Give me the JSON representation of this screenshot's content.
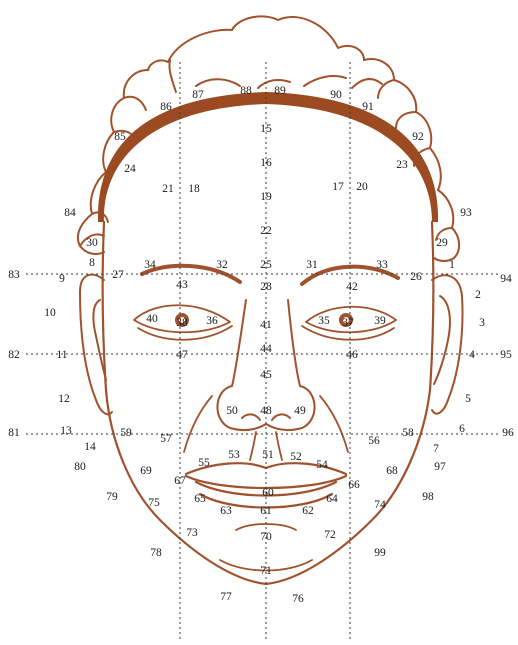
{
  "colors": {
    "line": "#a0522d",
    "band": "#9c4a22",
    "guide": "#3a3a3a",
    "text": "#1a1a1a"
  },
  "points": [
    "1",
    "2",
    "3",
    "4",
    "5",
    "6",
    "7",
    "8",
    "9",
    "10",
    "11",
    "12",
    "13",
    "14",
    "15",
    "16",
    "17",
    "18",
    "19",
    "20",
    "21",
    "22",
    "23",
    "24",
    "25",
    "26",
    "27",
    "28",
    "29",
    "30",
    "31",
    "32",
    "33",
    "34",
    "35",
    "36",
    "37",
    "38",
    "39",
    "40",
    "41",
    "42",
    "43",
    "44",
    "45",
    "46",
    "47",
    "48",
    "49",
    "50",
    "51",
    "52",
    "53",
    "54",
    "55",
    "56",
    "57",
    "58",
    "59",
    "60",
    "61",
    "62",
    "63",
    "64",
    "65",
    "66",
    "67",
    "68",
    "69",
    "70",
    "71",
    "72",
    "73",
    "74",
    "75",
    "76",
    "77",
    "78",
    "79",
    "80",
    "81",
    "82",
    "83",
    "84",
    "85",
    "86",
    "87",
    "88",
    "89",
    "90",
    "91",
    "92",
    "93",
    "94",
    "95",
    "96",
    "97",
    "98",
    "99"
  ]
}
